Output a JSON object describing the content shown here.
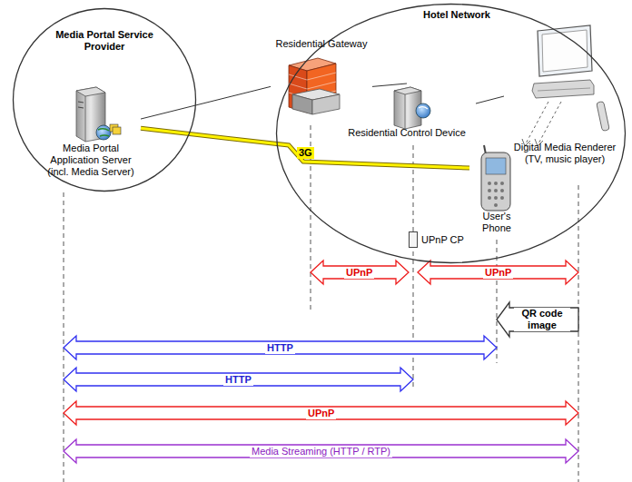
{
  "diagram": {
    "nodes": [
      {
        "text": [
          "Media Portal Service Provider"
        ]
      },
      {
        "text": [
          "Media Portal Application Server (incl. Media Server)"
        ],
        "in": 0
      },
      {
        "text": [
          "Hotel Network"
        ]
      },
      {
        "text": [
          "Residential Gateway"
        ]
      },
      {
        "text": [
          "Residential Control Device"
        ],
        "in": 2
      },
      {
        "text": [
          "Digital Media Renderer (TV, music player)"
        ],
        "in": 2
      },
      {
        "text": [
          "User's Phone"
        ],
        "in": 2
      },
      {
        "text": [
          "UPnP CP"
        ]
      }
    ],
    "edges": [
      {
        "from": 1,
        "to": 3,
        "arrow": "none"
      },
      {
        "from": 3,
        "to": 4,
        "arrow": "none"
      },
      {
        "from": 4,
        "to": 5,
        "arrow": "none"
      },
      {
        "from": 1,
        "to": 6,
        "label": "3G",
        "arrow": "none"
      },
      {
        "from": 3,
        "to": 7,
        "label": "UPnP",
        "arrow": "both"
      },
      {
        "from": 7,
        "to": 5,
        "label": "UPnP",
        "arrow": "both"
      },
      {
        "from": 5,
        "to": 6,
        "label": "QR code image",
        "arrow": "to"
      },
      {
        "from": 1,
        "to": 6,
        "label": "HTTP",
        "arrow": "both"
      },
      {
        "from": 1,
        "to": 4,
        "label": "HTTP",
        "arrow": "both"
      },
      {
        "from": 1,
        "to": 5,
        "label": "UPnP",
        "arrow": "both"
      },
      {
        "from": 1,
        "to": 5,
        "label": "Media Streaming (HTTP / RTP)",
        "arrow": "both"
      }
    ]
  }
}
